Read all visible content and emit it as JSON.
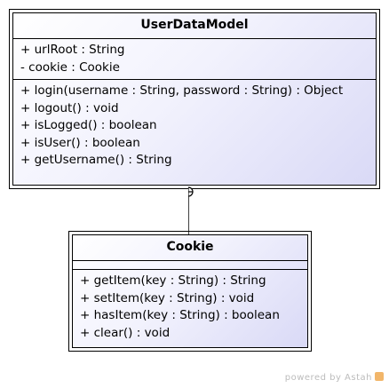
{
  "classes": {
    "user_data_model": {
      "name": "UserDataModel",
      "attributes": [
        "+ urlRoot : String",
        "- cookie : Cookie"
      ],
      "operations": [
        "+ login(username : String, password : String) : Object",
        "+ logout() : void",
        "+ isLogged() : boolean",
        "+ isUser() : boolean",
        "+ getUsername() : String"
      ]
    },
    "cookie": {
      "name": "Cookie",
      "attributes": [],
      "operations": [
        "+ getItem(key : String) : String",
        "+ setItem(key : String) : void",
        "+ hasItem(key : String) : boolean",
        "+ clear() : void"
      ]
    }
  },
  "relationship": {
    "type": "composition-containment",
    "from": "UserDataModel",
    "to": "Cookie"
  },
  "watermark": {
    "text": "powered by Astah",
    "icon": "astah-logo-icon"
  },
  "colors": {
    "gradient_end": "#d9d9f6",
    "border": "#000000",
    "watermark": "#bcbcbc"
  }
}
